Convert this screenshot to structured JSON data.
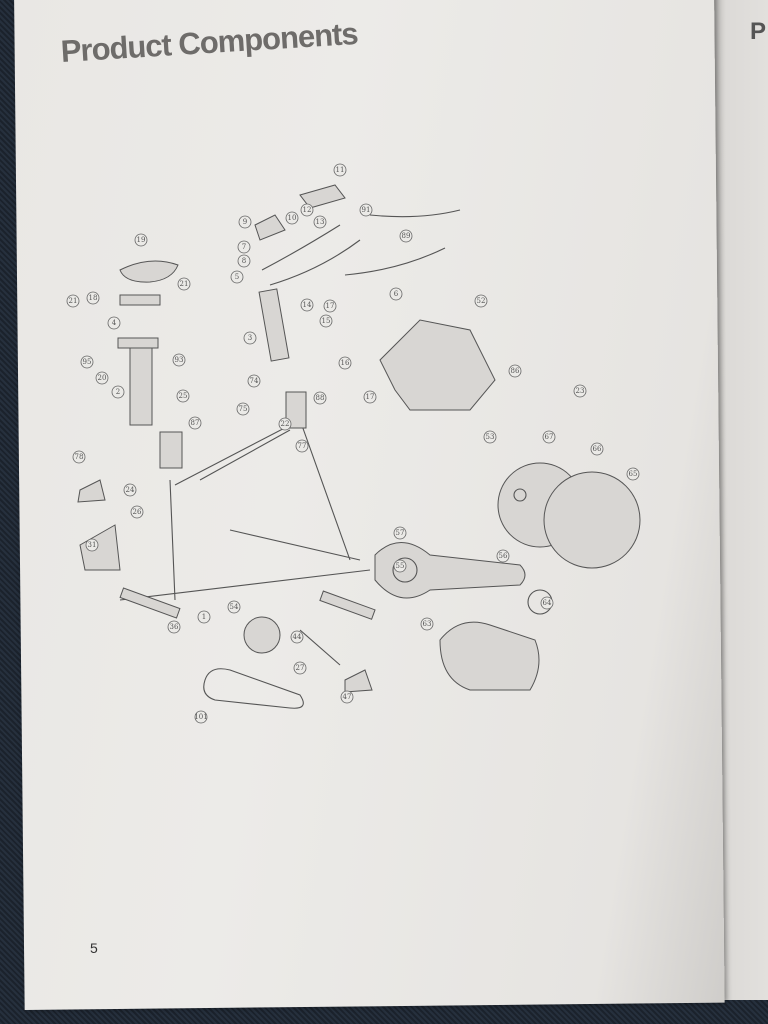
{
  "page": {
    "title": "Product Components",
    "page_number": "5",
    "next_page_letter": "P"
  },
  "diagram": {
    "callouts": [
      "11",
      "9",
      "10",
      "12",
      "13",
      "91",
      "89",
      "19",
      "7",
      "8",
      "5",
      "6",
      "21",
      "18",
      "4",
      "21",
      "14",
      "17",
      "15",
      "3",
      "52",
      "95",
      "93",
      "16",
      "20",
      "2",
      "74",
      "75",
      "17",
      "86",
      "87",
      "23",
      "88",
      "22",
      "77",
      "78",
      "24",
      "26",
      "25",
      "53",
      "67",
      "66",
      "65",
      "27",
      "31",
      "57",
      "56",
      "64",
      "63",
      "101",
      "55",
      "44",
      "47",
      "36",
      "1",
      "54"
    ]
  }
}
